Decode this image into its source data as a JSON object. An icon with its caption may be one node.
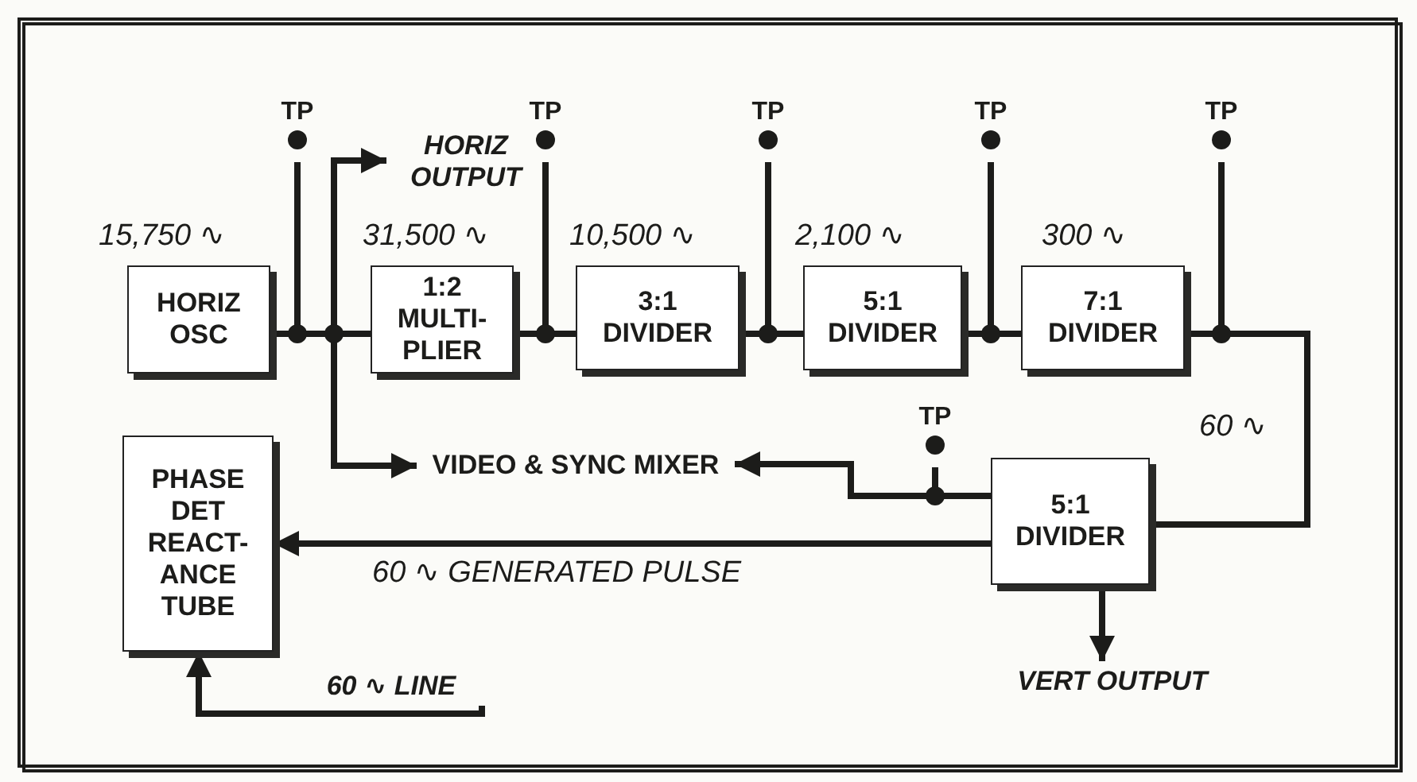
{
  "diagram": {
    "nodes": [
      {
        "text": [
          "HORIZ OSC"
        ],
        "beside": [
          "15,750 ∿"
        ]
      },
      {
        "text": [
          "1:2",
          "MULTI- PLIER"
        ],
        "beside": [
          "31,500 ∿"
        ]
      },
      {
        "text": [
          "3:1",
          "DIVIDER"
        ],
        "beside": [
          "10,500 ∿"
        ]
      },
      {
        "text": [
          "5:1",
          "DIVIDER"
        ],
        "beside": [
          "2,100 ∿"
        ]
      },
      {
        "text": [
          "7:1",
          "DIVIDER"
        ],
        "beside": [
          "300 ∿"
        ]
      },
      {
        "text": [
          "5:1",
          "DIVIDER"
        ]
      },
      {
        "text": [
          "PHASE DET REACT- ANCE TUBE"
        ]
      },
      {
        "text": [
          "VIDEO & SYNC MIXER"
        ]
      },
      {
        "text": [
          "HORIZ OUTPUT"
        ]
      },
      {
        "text": [
          "VERT OUTPUT"
        ]
      },
      {
        "text": [
          "60 ∿ LINE"
        ]
      },
      {
        "text": [
          "TP"
        ]
      },
      {
        "text": [
          "TP"
        ]
      },
      {
        "text": [
          "TP"
        ]
      },
      {
        "text": [
          "TP"
        ]
      },
      {
        "text": [
          "TP"
        ]
      },
      {
        "text": [
          "TP"
        ]
      }
    ],
    "edges": [
      {
        "from": 0,
        "to": 1,
        "arrow": "none"
      },
      {
        "from": 1,
        "to": 2,
        "arrow": "none"
      },
      {
        "from": 2,
        "to": 3,
        "arrow": "none"
      },
      {
        "from": 3,
        "to": 4,
        "arrow": "none"
      },
      {
        "from": 4,
        "to": 5,
        "arrow": "none",
        "label": "60 ∿"
      },
      {
        "from": 5,
        "to": 7,
        "arrow": "to"
      },
      {
        "from": 5,
        "to": 6,
        "arrow": "to",
        "label": "60 ∿ GENERATED PULSE"
      },
      {
        "from": 5,
        "to": 9,
        "arrow": "to"
      },
      {
        "from": 10,
        "to": 6,
        "arrow": "to"
      },
      {
        "from": 0,
        "to": 8,
        "arrow": "to"
      },
      {
        "from": 0,
        "to": 7,
        "arrow": "to"
      },
      {
        "from": 0,
        "to": 11,
        "arrow": "none"
      },
      {
        "from": 1,
        "to": 12,
        "arrow": "none"
      },
      {
        "from": 2,
        "to": 13,
        "arrow": "none"
      },
      {
        "from": 3,
        "to": 14,
        "arrow": "none"
      },
      {
        "from": 4,
        "to": 15,
        "arrow": "none"
      },
      {
        "from": 5,
        "to": 16,
        "arrow": "none"
      }
    ]
  }
}
